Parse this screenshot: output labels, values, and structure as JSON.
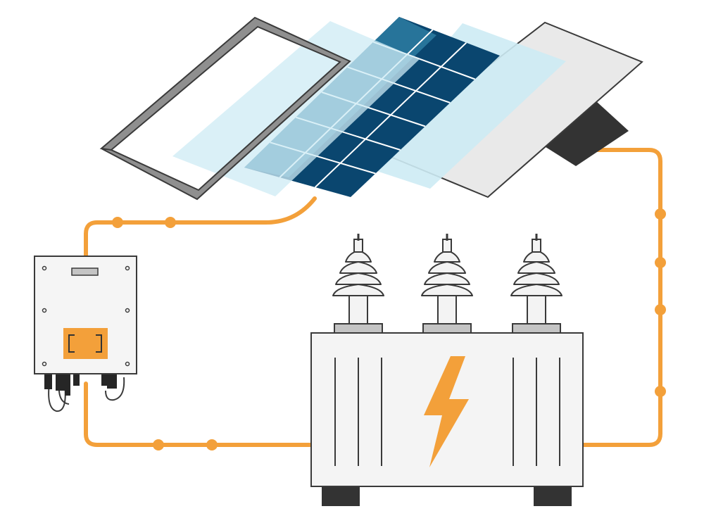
{
  "colors": {
    "wire": "#F3A03A",
    "frame": "#8F8F8F",
    "frame_outline": "#3A3A3A",
    "glass": "#CDEBF4",
    "cell_dark": "#0A466F",
    "cell_mid": "#27749A",
    "cell_grid": "#FFFFFF",
    "backsheet": "#E9E9E9",
    "junction_box": "#333333",
    "inverter_body": "#F5F5F5",
    "inverter_display": "#F3A03A",
    "connector": "#262626",
    "transformer_body": "#F4F4F4",
    "outline": "#3A3A3A",
    "bushing": "#F3F3F3",
    "bushing_base": "#C4C4C4",
    "foot": "#333333",
    "bolt": "#F3A03A"
  },
  "icons": {
    "transformer_symbol": "lightning-bolt-icon"
  },
  "components": [
    {
      "id": "solar-panel",
      "icon": "solar-panel-icon"
    },
    {
      "id": "inverter",
      "icon": "inverter-icon"
    },
    {
      "id": "transformer",
      "icon": "transformer-icon"
    }
  ]
}
